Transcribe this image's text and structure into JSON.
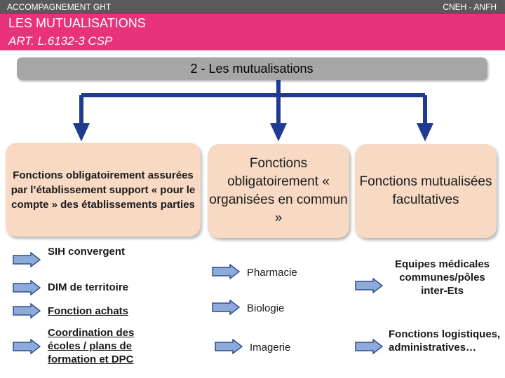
{
  "header": {
    "left_label": "ACCOMPAGNEMENT GHT",
    "right_label": "CNEH - ANFH",
    "title": "LES MUTUALISATIONS",
    "subtitle": "ART. L.6132-3 CSP"
  },
  "section_title": "2 - Les mutualisations",
  "columns": [
    {
      "box_text": "Fonctions obligatoirement assurées par l’établissement support « pour le compte » des établissements parties",
      "items": [
        "SIH convergent",
        "DIM de territoire",
        "Fonction achats",
        "Coordination des écoles / plans de formation et DPC"
      ]
    },
    {
      "box_text": "Fonctions obligatoirement « organisées en commun »",
      "items": [
        "Pharmacie",
        "Biologie",
        "Imagerie"
      ]
    },
    {
      "box_text": "Fonctions mutualisées facultatives",
      "items": [
        "Equipes médicales communes/pôles inter-Ets",
        "Fonctions logistiques, administratives…"
      ]
    }
  ],
  "colors": {
    "top_bar": "#595959",
    "banner": "#e8337a",
    "section_bar": "#a6a6a6",
    "connector": "#1f3b8f",
    "box_fill": "#f8d9c4",
    "arrow_fill": "#8eaadb",
    "arrow_stroke": "#2f4f8a"
  },
  "icons": {
    "bullet": "right-arrow-icon",
    "connector_head": "down-arrow-icon"
  }
}
